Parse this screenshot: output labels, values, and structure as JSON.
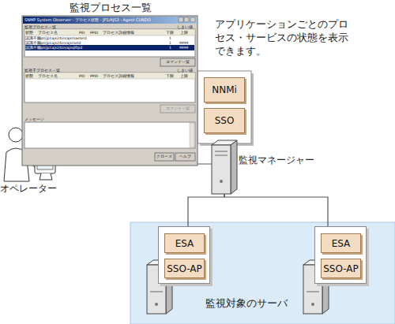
{
  "diagram": {
    "nodes": [
      {
        "text": [
          "監視プロセス一覧"
        ]
      },
      {
        "text": [
          "オペレーター"
        ]
      },
      {
        "text": [
          "監視マネージャー"
        ]
      },
      {
        "text": [
          "NNMi"
        ],
        "in": 2
      },
      {
        "text": [
          "SSO"
        ],
        "in": 2
      },
      {
        "text": [
          "監視対象のサーバ"
        ]
      },
      {
        "text": [],
        "in": 5
      },
      {
        "text": [
          "ESA"
        ],
        "in": 6
      },
      {
        "text": [
          "SSO-AP"
        ],
        "in": 6
      },
      {
        "text": [],
        "in": 5
      },
      {
        "text": [
          "ESA"
        ],
        "in": 9
      },
      {
        "text": [
          "SSO-AP"
        ],
        "in": 9
      }
    ],
    "edges": [
      {
        "from": 1,
        "to": 2,
        "arrow": "none"
      },
      {
        "from": 2,
        "to": 6,
        "arrow": "none"
      },
      {
        "from": 2,
        "to": 9,
        "arrow": "none"
      }
    ],
    "labels": [
      "SNMP System Observer - プロセス状態 - JP1/AJS3 - Agent CUNDO",
      "監視プロセス一覧",
      "しきい値",
      "状態",
      "プロセス名",
      "PID",
      "PPID",
      "プロセス詳細情報",
      "下限",
      "上限",
      "認識不能",
      "/opt/jp1ajs2/bin/ajsmasterd",
      "1",
      "認識不能",
      "/opt/jp1ajs2/bin/ajsinetd",
      "1",
      "9999",
      "認識不能",
      "/opt/jp1ajs2/bin/ajsqlftpd",
      "1",
      "9999",
      "コマンド一覧",
      "監視子プロセス一覧",
      "しきい値",
      "状態",
      "プロセス名",
      "PID",
      "PPID",
      "プロセス詳細情報",
      "下限",
      "上限",
      "コマンド一覧",
      "メッセージ",
      "クローズ",
      "ヘルプ",
      "アプリケーションごとのプロセス・サービスの状態を表示できます。"
    ]
  }
}
